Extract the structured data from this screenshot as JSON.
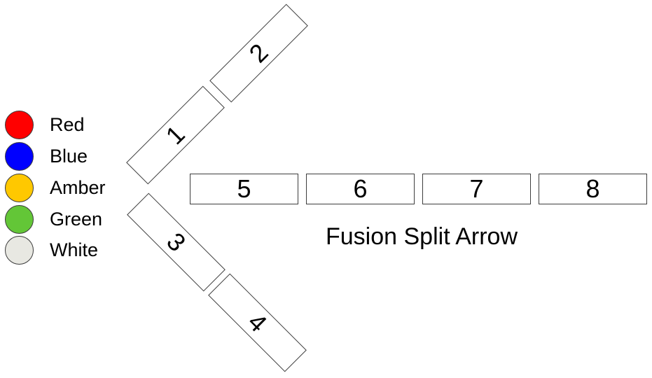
{
  "diagram": {
    "title": "Fusion Split Arrow",
    "segments": [
      {
        "id": "1",
        "arm": "upper-diagonal",
        "angle_deg": -45
      },
      {
        "id": "2",
        "arm": "upper-diagonal",
        "angle_deg": -45
      },
      {
        "id": "3",
        "arm": "lower-diagonal",
        "angle_deg": 45
      },
      {
        "id": "4",
        "arm": "lower-diagonal",
        "angle_deg": 45
      },
      {
        "id": "5",
        "arm": "horizontal-shaft",
        "angle_deg": 0
      },
      {
        "id": "6",
        "arm": "horizontal-shaft",
        "angle_deg": 0
      },
      {
        "id": "7",
        "arm": "horizontal-shaft",
        "angle_deg": 0
      },
      {
        "id": "8",
        "arm": "horizontal-shaft",
        "angle_deg": 0
      }
    ]
  },
  "legend": {
    "items": [
      {
        "label": "Red",
        "color": "#FF0000"
      },
      {
        "label": "Blue",
        "color": "#0000FF"
      },
      {
        "label": "Amber",
        "color": "#FFC800"
      },
      {
        "label": "Green",
        "color": "#63C637"
      },
      {
        "label": "White",
        "color": "#E8E8E2"
      }
    ]
  }
}
